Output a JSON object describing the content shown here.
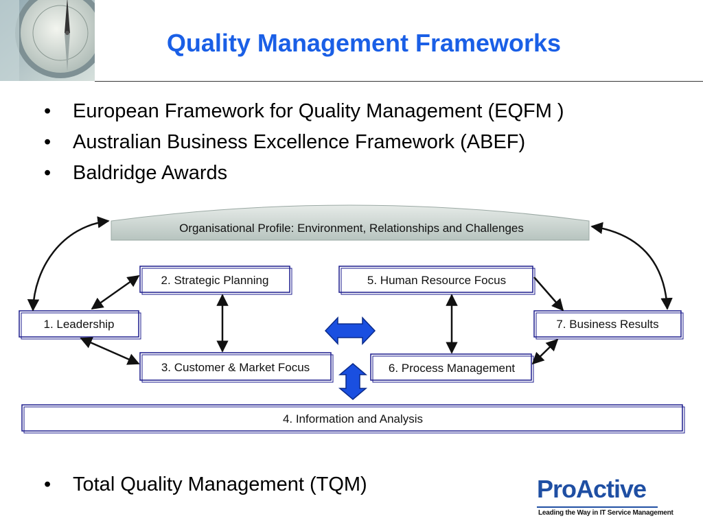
{
  "slide": {
    "title": "Quality Management Frameworks",
    "bullets_top": [
      "European Framework for Quality Management (EQFM )",
      "Australian Business Excellence Framework (ABEF)",
      "Baldridge Awards"
    ],
    "bullet_bottom": "Total Quality Management (TQM)",
    "bullet_glyph": "•"
  },
  "diagram": {
    "profile": "Organisational Profile: Environment, Relationships and Challenges",
    "boxes": {
      "leadership": "1.  Leadership",
      "strategic_planning": "2.  Strategic Planning",
      "customer_market": "3.  Customer & Market Focus",
      "information_analysis": "4.  Information and Analysis",
      "human_resource": "5.  Human Resource Focus",
      "process_management": "6.  Process Management",
      "business_results": "7.  Business Results"
    },
    "colors": {
      "box_border": "#1a1a8c",
      "profile_fill": "#c7d1cd",
      "arrow_blue": "#1a4fe0"
    }
  },
  "logo": {
    "name": "ProActive",
    "tagline": "Leading the Way in IT Service Management"
  },
  "photo": {
    "icon": "compass-icon"
  }
}
